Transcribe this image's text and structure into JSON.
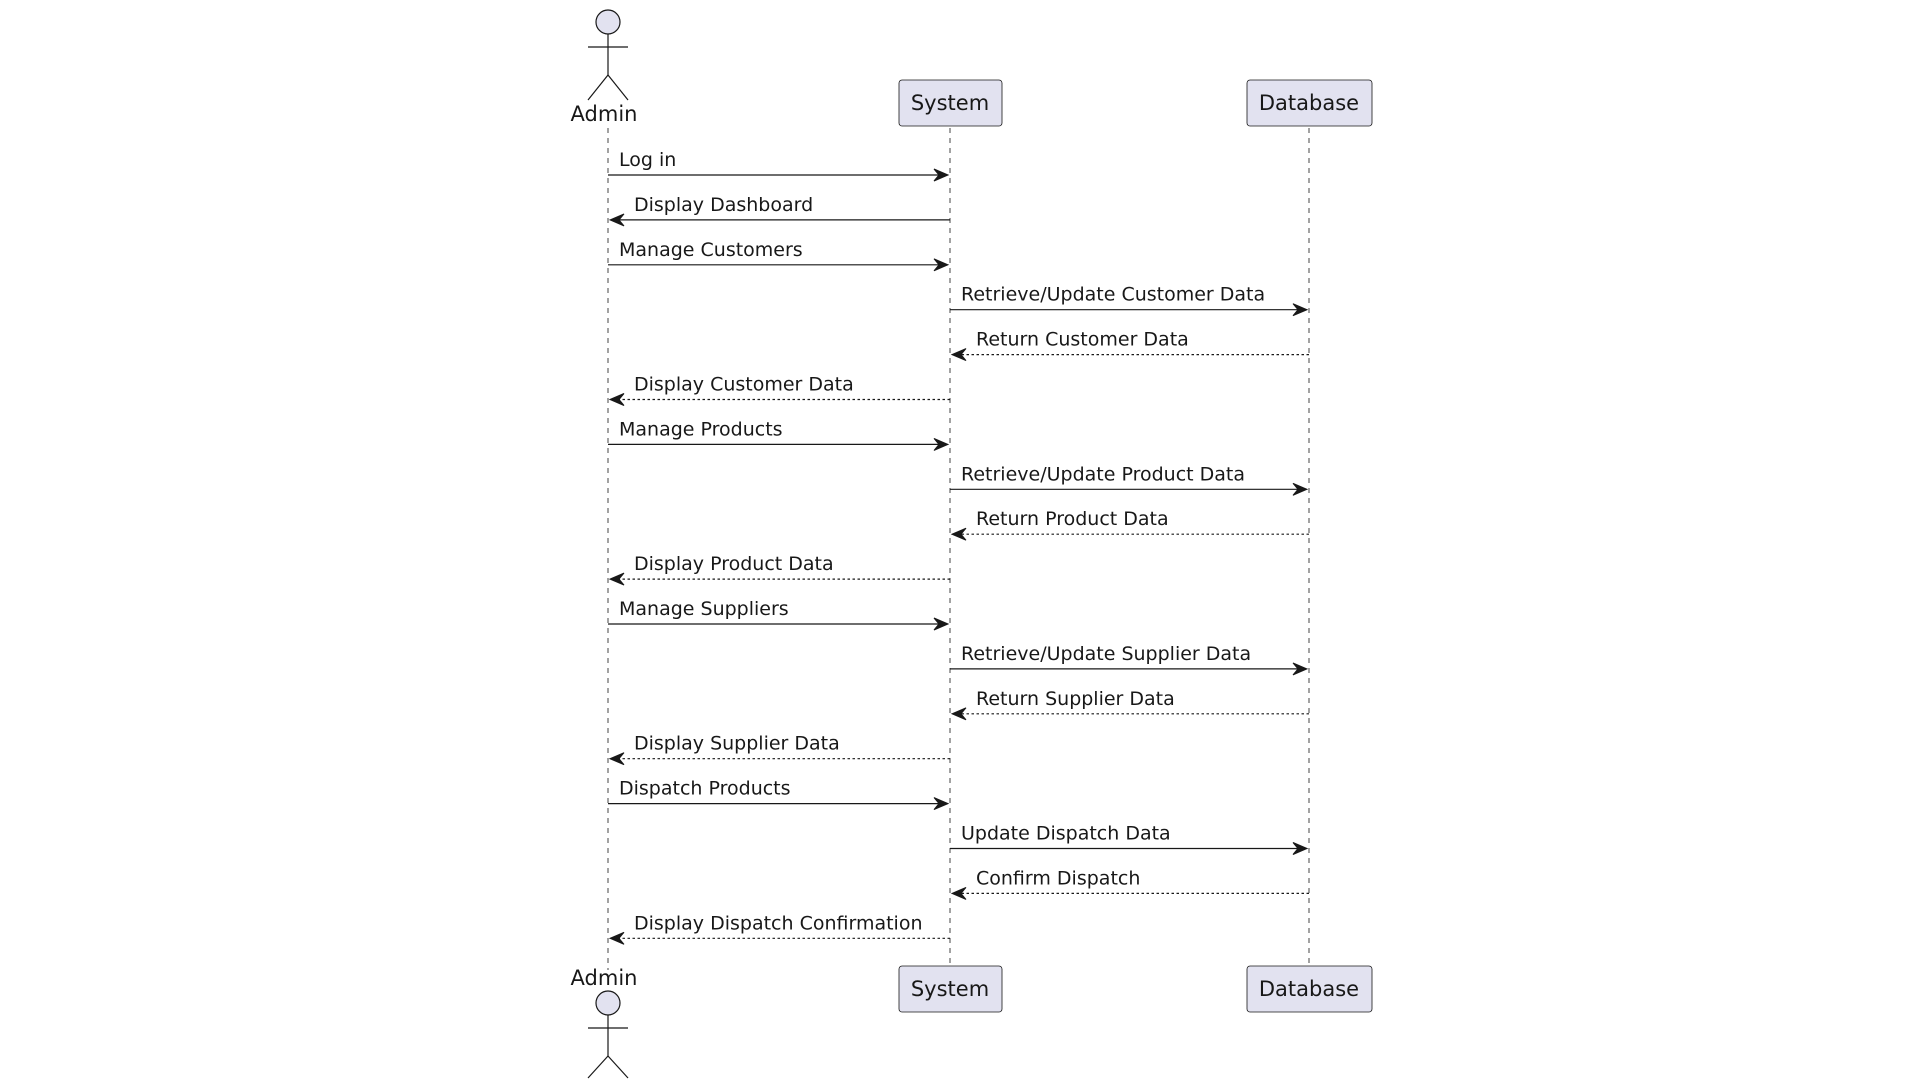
{
  "participants": {
    "admin": {
      "label": "Admin",
      "kind": "actor"
    },
    "system": {
      "label": "System",
      "kind": "participant"
    },
    "database": {
      "label": "Database",
      "kind": "participant"
    }
  },
  "colors": {
    "participant_fill": "#E2E2F0",
    "stroke": "#181818",
    "background": "#FFFFFF"
  },
  "messages": [
    {
      "from": "admin",
      "to": "system",
      "label": "Log in",
      "style": "solid"
    },
    {
      "from": "system",
      "to": "admin",
      "label": "Display Dashboard",
      "style": "solid"
    },
    {
      "from": "admin",
      "to": "system",
      "label": "Manage Customers",
      "style": "solid"
    },
    {
      "from": "system",
      "to": "database",
      "label": "Retrieve/Update Customer Data",
      "style": "solid"
    },
    {
      "from": "database",
      "to": "system",
      "label": "Return Customer Data",
      "style": "dashed"
    },
    {
      "from": "system",
      "to": "admin",
      "label": "Display Customer Data",
      "style": "dashed"
    },
    {
      "from": "admin",
      "to": "system",
      "label": "Manage Products",
      "style": "solid"
    },
    {
      "from": "system",
      "to": "database",
      "label": "Retrieve/Update Product Data",
      "style": "solid"
    },
    {
      "from": "database",
      "to": "system",
      "label": "Return Product Data",
      "style": "dashed"
    },
    {
      "from": "system",
      "to": "admin",
      "label": "Display Product Data",
      "style": "dashed"
    },
    {
      "from": "admin",
      "to": "system",
      "label": "Manage Suppliers",
      "style": "solid"
    },
    {
      "from": "system",
      "to": "database",
      "label": "Retrieve/Update Supplier Data",
      "style": "solid"
    },
    {
      "from": "database",
      "to": "system",
      "label": "Return Supplier Data",
      "style": "dashed"
    },
    {
      "from": "system",
      "to": "admin",
      "label": "Display Supplier Data",
      "style": "dashed"
    },
    {
      "from": "admin",
      "to": "system",
      "label": "Dispatch Products",
      "style": "solid"
    },
    {
      "from": "system",
      "to": "database",
      "label": "Update Dispatch Data",
      "style": "solid"
    },
    {
      "from": "database",
      "to": "system",
      "label": "Confirm Dispatch",
      "style": "dashed"
    },
    {
      "from": "system",
      "to": "admin",
      "label": "Display Dispatch Confirmation",
      "style": "dashed"
    }
  ]
}
